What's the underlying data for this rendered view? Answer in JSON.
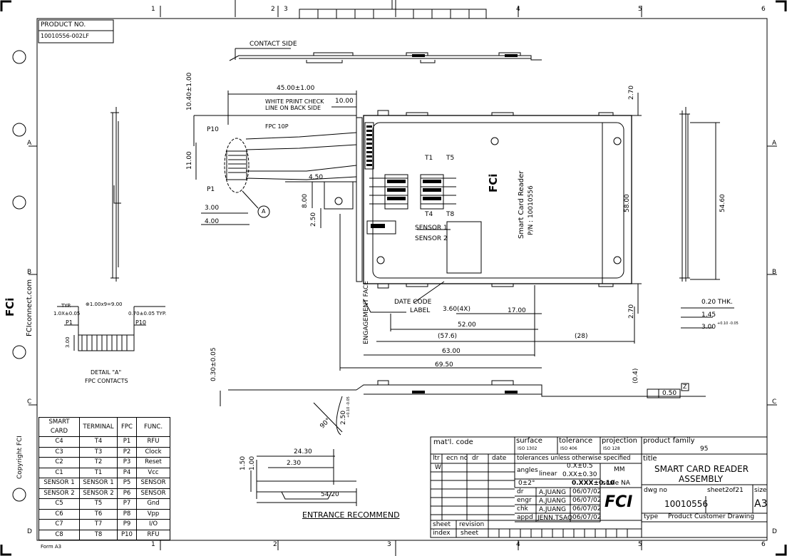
{
  "frame": {
    "columns_top": [
      "1",
      "2",
      "3",
      "4",
      "5",
      "6"
    ],
    "columns_bottom": [
      "1",
      "2",
      "3",
      "4",
      "5",
      "6"
    ],
    "rows_left": [
      "A",
      "B",
      "C",
      "D"
    ],
    "rows_right": [
      "A",
      "B",
      "C",
      "D"
    ]
  },
  "product_box": {
    "label": "PRODUCT NO.",
    "value": "10010556-002LF"
  },
  "contact_side": "CONTACT SIDE",
  "fpc_labels": {
    "white_print": "WHITE PRINT CHECK",
    "line_on_back": "LINE ON BACK SIDE",
    "fpc_10p": "FPC 10P",
    "p10": "P10",
    "p1": "P1",
    "detail_marker": "A"
  },
  "dimensions": {
    "d_45": "45.00±1.00",
    "d_10_40": "10.40±1.00",
    "d_10": "10.00",
    "d_11": "11.00",
    "d_4_50": "4.50",
    "d_8": "8.00",
    "d_3": "3.00",
    "d_4": "4.00",
    "d_2_50": "2.50",
    "d_2_70_top": "2.70",
    "d_58": "58.00",
    "d_2_70_bot": "2.70",
    "d_54_60": "54.60",
    "d_3_60": "3.60(4X)",
    "d_17": "17.00",
    "d_52": "52.00",
    "d_57_6": "(57.6)",
    "d_28": "(28)",
    "d_63": "63.00",
    "d_69_5": "69.50",
    "d_0_30": "0.30±0.05",
    "d_0_4": "(0.4)",
    "d_0_20": "0.20 THK.",
    "d_1_45": "1.45",
    "d_3_00": "3.00",
    "d_3_00_tol": "+0.10 -0.05",
    "d_2_50b": "2.50",
    "d_2_50b_tol": "+0.10 -0.05",
    "d_90": "90°",
    "flatness": "0.50",
    "datum": "Z"
  },
  "card": {
    "t1": "T1",
    "t5": "T5",
    "t4": "T4",
    "t8": "T8",
    "sensor1": "SENSOR 1",
    "sensor2": "SENSOR 2",
    "print_line1": "Smart Card Reader",
    "print_line2": "P/N : 10010556",
    "date_code": "DATE CODE",
    "label": "LABEL",
    "engagement": "ENGAGEMENT FACE"
  },
  "detail_a": {
    "typ": "TYP.",
    "pitch_left": "1.0X±0.05",
    "pitch_pins": "⊕1.00x9=9.00",
    "pitch_right": "0.70±0.05 TYP.",
    "p1": "P1",
    "p10": "P10",
    "height": "3.00",
    "title1": "DETAIL \"A\"",
    "title2": "FPC CONTACTS"
  },
  "side_logo": {
    "brand": "FCi",
    "url": "FCIconnect.com",
    "copyright": "Copyright FCI",
    "form": "Form A3"
  },
  "pin_table": {
    "headers": [
      "SMART CARD",
      "TERMINAL",
      "FPC",
      "FUNC."
    ],
    "rows": [
      [
        "C4",
        "T4",
        "P1",
        "RFU"
      ],
      [
        "C3",
        "T3",
        "P2",
        "Clock"
      ],
      [
        "C2",
        "T2",
        "P3",
        "Reset"
      ],
      [
        "C1",
        "T1",
        "P4",
        "Vcc"
      ],
      [
        "SENSOR 1",
        "SENSOR 1",
        "P5",
        "SENSOR"
      ],
      [
        "SENSOR 2",
        "SENSOR 2",
        "P6",
        "SENSOR"
      ],
      [
        "C5",
        "T5",
        "P7",
        "Gnd"
      ],
      [
        "C6",
        "T6",
        "P8",
        "Vpp"
      ],
      [
        "C7",
        "T7",
        "P9",
        "I/O"
      ],
      [
        "C8",
        "T8",
        "P10",
        "RFU"
      ]
    ]
  },
  "entrance": {
    "d_24_30": "24.30",
    "d_2_30": "2.30",
    "d_1_50": "1.50",
    "d_1_00": "1.00",
    "d_54_20": "54.20",
    "title": "ENTRANCE RECOMMEND"
  },
  "title_block": {
    "matl_code": "mat'l. code",
    "surface": "surface",
    "surface_val": "ISO 1302",
    "tolerance": "tolerance",
    "tolerance_val": "ISO 406",
    "projection": "projection",
    "projection_val": "ISO 128",
    "product_family": "product family",
    "product_family_val": "95",
    "ltr": "ltr",
    "ecn_no": "ecn no",
    "dr": "dr",
    "date": "date",
    "tol_header": "tolerances unless otherwise specified",
    "title_label": "title",
    "title_line1": "SMART CARD READER",
    "title_line2": "ASSEMBLY",
    "w": "W",
    "angles": "angles",
    "angle_val": "0±2°",
    "linear": "linear",
    "tol_x": "0.X±0.5",
    "tol_xx": "0.XX±0.30",
    "tol_xxx": "0.XXX±0.10",
    "units": "MM",
    "scale": "scale NA",
    "dr_label": "dr",
    "dr_name": "A.JUANG",
    "dr_date": "06/07/02",
    "engr_label": "engr",
    "engr_name": "A.JUANG",
    "engr_date": "06/07/02",
    "chk_label": "chk",
    "chk_name": "A.JUANG",
    "chk_date": "06/07/02",
    "appd_label": "appd",
    "appd_name": "JENN.TSAO",
    "appd_date": "06/07/02",
    "dwg_no_label": "dwg no",
    "dwg_no": "10010556",
    "sheet_label": "sheet2of21",
    "size_label": "size",
    "size": "A3",
    "type_label": "type",
    "type_val": "Product Customer Drawing",
    "sheet_index_1": "sheet",
    "sheet_index_2": "index",
    "revision_1": "revision",
    "revision_2": "sheet",
    "logo": "FCI"
  }
}
